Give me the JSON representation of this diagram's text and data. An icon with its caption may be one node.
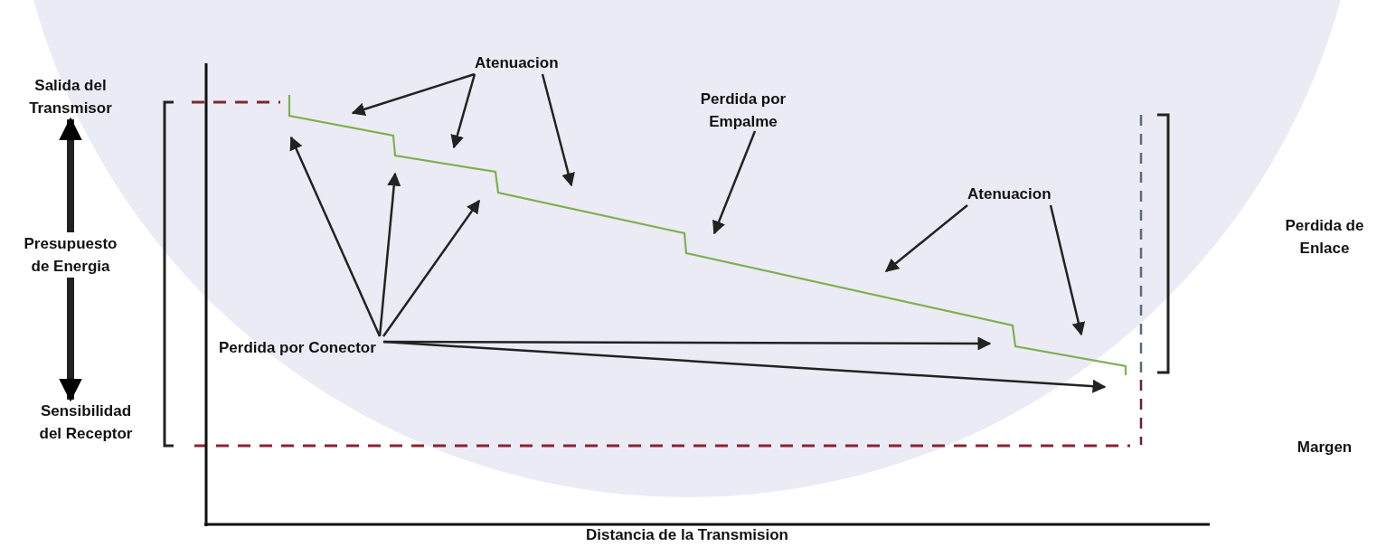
{
  "diagram": {
    "nodes": [
      {
        "text": [
          "Salida del Transmisor"
        ]
      },
      {
        "text": [
          "Presupuesto de Energia"
        ]
      },
      {
        "text": [
          "Sensibilidad del Receptor"
        ]
      },
      {
        "text": [
          "Atenuacion"
        ]
      },
      {
        "text": [
          "Perdida por Empalme"
        ]
      },
      {
        "text": [
          "Atenuacion"
        ]
      },
      {
        "text": [
          "Perdida por Conector"
        ]
      }
    ],
    "edges": [
      {
        "from": 1,
        "to": 0,
        "arrow": "to",
        "style": "thick"
      },
      {
        "from": 1,
        "to": 2,
        "arrow": "to",
        "style": "thick"
      },
      {
        "from": 3,
        "to": null,
        "arrow": "to"
      },
      {
        "from": 3,
        "to": null,
        "arrow": "to"
      },
      {
        "from": 3,
        "to": null,
        "arrow": "to"
      },
      {
        "from": 4,
        "to": null,
        "arrow": "to"
      },
      {
        "from": 5,
        "to": null,
        "arrow": "to"
      },
      {
        "from": 5,
        "to": null,
        "arrow": "to"
      },
      {
        "from": 6,
        "to": null,
        "arrow": "to"
      },
      {
        "from": 6,
        "to": null,
        "arrow": "to"
      },
      {
        "from": 6,
        "to": null,
        "arrow": "to"
      },
      {
        "from": 6,
        "to": null,
        "arrow": "to"
      },
      {
        "from": 6,
        "to": null,
        "arrow": "to"
      }
    ],
    "labels": [
      "Perdida de Enlace",
      "Margen",
      "Distancia de la Transmision"
    ]
  }
}
